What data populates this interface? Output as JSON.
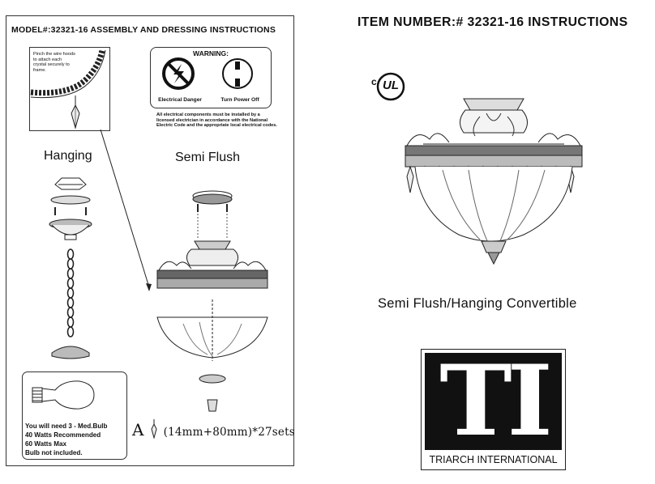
{
  "left_page": {
    "title": "MODEL#:32321-16  ASSEMBLY AND DRESSING INSTRUCTIONS",
    "inset_note": "Pinch the wire hoods to attach each crystal securely to frame.",
    "warning": {
      "title": "WARNING:",
      "electrical_danger": "Electrical Danger",
      "turn_power_off": "Turn Power Off",
      "note": "All electrical components must be installed by a licensed electrician in accordance with the National Electric Code and the appropriate local electrical codes."
    },
    "hanging_label": "Hanging",
    "semi_flush_label": "Semi Flush",
    "bulb": {
      "line1": "You will need 3 - Med.Bulb",
      "line2": "40 Watts Recommended",
      "line3": "60 Watts Max",
      "line4": "Bulb not included."
    },
    "crystal": {
      "letter": "A",
      "spec": "(14mm+80mm)*27sets"
    }
  },
  "right_page": {
    "title": "ITEM NUMBER:# 32321-16   INSTRUCTIONS",
    "ul_mark": "UL",
    "ul_prefix": "c",
    "subtitle": "Semi Flush/Hanging Convertible",
    "logo_letters": "TI",
    "logo_caption": "TRIARCH INTERNATIONAL"
  },
  "colors": {
    "ink": "#111111",
    "line": "#333333",
    "paper": "#ffffff"
  }
}
